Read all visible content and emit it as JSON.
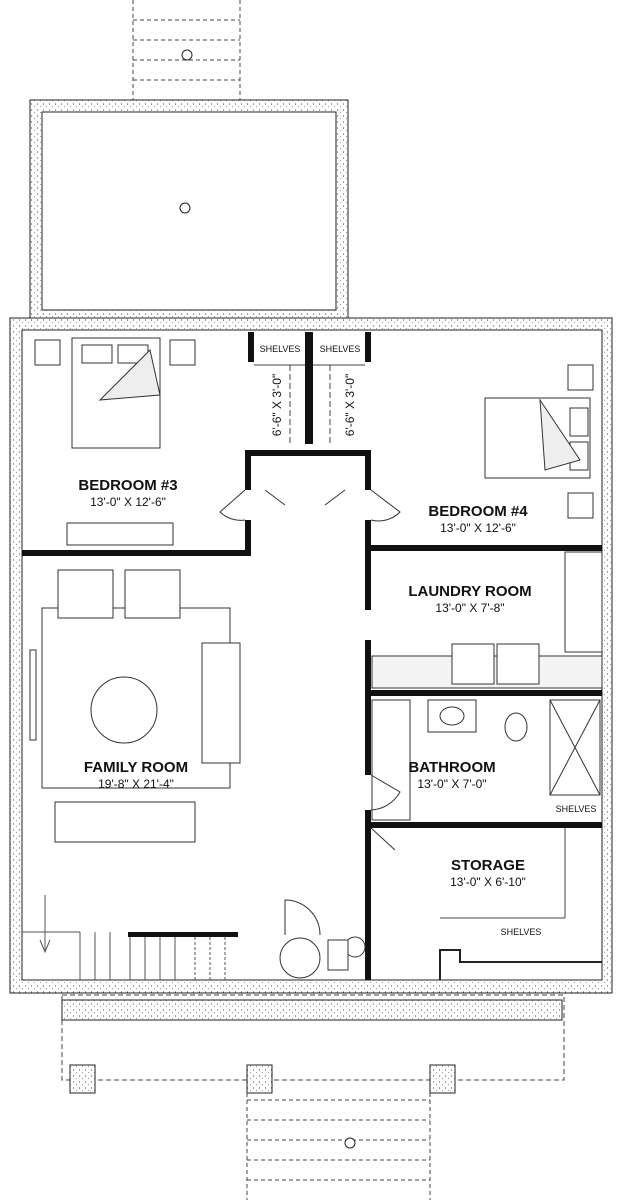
{
  "rooms": {
    "bedroom3": {
      "name": "BEDROOM #3",
      "dims": "13'-0\" X 12'-6\""
    },
    "bedroom4": {
      "name": "BEDROOM #4",
      "dims": "13'-0\" X 12'-6\""
    },
    "laundry": {
      "name": "LAUNDRY ROOM",
      "dims": "13'-0\" X 7'-8\""
    },
    "family": {
      "name": "FAMILY ROOM",
      "dims": "19'-8\" X 21'-4\""
    },
    "bathroom": {
      "name": "BATHROOM",
      "dims": "13'-0\" X 7'-0\""
    },
    "storage": {
      "name": "STORAGE",
      "dims": "13'-0\" X 6'-10\""
    }
  },
  "closets": {
    "left_dims": "6'-6\" X 3'-0\"",
    "right_dims": "6'-6\" X 3'-0\""
  },
  "shelves": [
    "SHELVES",
    "SHELVES",
    "SHELVES",
    "SHELVES"
  ]
}
